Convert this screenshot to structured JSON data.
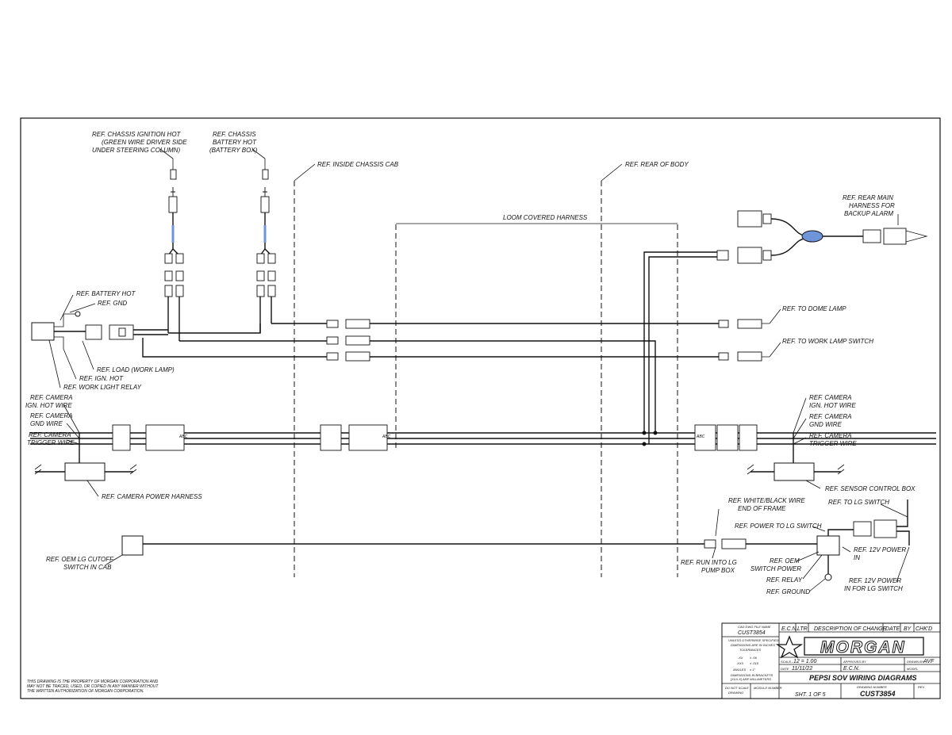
{
  "labels": {
    "ignition_hot": [
      "REF. CHASSIS IGNITION HOT",
      "(GREEN WIRE DRIVER SIDE",
      "UNDER STEERING COLUMN)"
    ],
    "battery_hot_chassis": [
      "REF. CHASSIS",
      "BATTERY HOT",
      "(BATTERY BOX)"
    ],
    "inside_cab": "REF. INSIDE CHASSIS CAB",
    "rear_body": "REF. REAR OF BODY",
    "loom": "LOOM COVERED HARNESS",
    "rear_main": [
      "REF. REAR MAIN",
      "HARNESS FOR",
      "BACKUP ALARM"
    ],
    "battery_hot": "REF. BATTERY HOT",
    "gnd": "REF. GND",
    "dome_lamp": "REF. TO DOME LAMP",
    "work_lamp_switch": "REF. TO WORK LAMP SWITCH",
    "load": "REF. LOAD (WORK LAMP)",
    "ign_hot": "REF. IGN. HOT",
    "work_light_relay": "REF. WORK LIGHT RELAY",
    "cam_ign_left": [
      "REF. CAMERA",
      "IGN. HOT WIRE"
    ],
    "cam_gnd_left": [
      "REF. CAMERA",
      "GND WIRE"
    ],
    "cam_trig_left": [
      "REF. CAMERA",
      "TRIGGER WIRE"
    ],
    "cam_ign_right": [
      "REF. CAMERA",
      "IGN. HOT WIRE"
    ],
    "cam_gnd_right": [
      "REF. CAMERA",
      "GND WIRE"
    ],
    "cam_trig_right": [
      "REF. CAMERA",
      "TRIGGER WIRE"
    ],
    "cam_power": "REF. CAMERA POWER HARNESS",
    "sensor_box": "REF. SENSOR CONTROL BOX",
    "white_black": [
      "REF. WHITE/BLACK WIRE",
      "END OF FRAME"
    ],
    "to_lg_switch": "REF. TO LG SWITCH",
    "power_lg": "REF. POWER TO LG SWITCH",
    "oem_lg": [
      "REF. OEM LG CUTOFF",
      "SWITCH IN CAB"
    ],
    "run_into": [
      "REF. RUN INTO LG",
      "PUMP BOX"
    ],
    "oem_switch_power": [
      "REF. OEM",
      "SWITCH POWER"
    ],
    "relay": "REF. RELAY",
    "ground": "REF. GROUND",
    "power_12v": [
      "REF. 12V POWER",
      "IN"
    ],
    "power_12v_lg": [
      "REF. 12V POWER",
      "IN FOR LG SWITCH"
    ],
    "connector_letters": "ABC"
  },
  "notice": [
    "THIS DRAWING IS THE PROPERTY OF MORGAN CORPORATION AND",
    "MAY NOT BE TRACED, USED, OR COPIED IN ANY MANNER WITHOUT",
    "THE WRITTEN AUTHORIZATION OF MORGAN CORPORATION."
  ],
  "title_block": {
    "file_name_label": "CAD DWG FILE NAME",
    "file_name": "CUST3854",
    "unless_label": "UNLESS OTHERWISE SPECIFIED",
    "dims_label": [
      "DIMENSIONS ARE IN INCHES",
      "TOLERANCES"
    ],
    "tol_xx": ".XX",
    "tol_xx_val": "± .06",
    "tol_xxx": ".XXX",
    "tol_xxx_val": "± .010",
    "angles": "ANGLES",
    "angles_val": "± 1°",
    "mm_label": [
      "DIMENSIONS IN BRACKETS",
      "[XXX.X] ARE MILLIMETERS"
    ],
    "do_not_scale": [
      "DO NOT SCALE",
      "DRAWING"
    ],
    "module_number": "MODULE NUMBER",
    "ecn": "E.C.N.",
    "ltr": "LTR",
    "desc": "DESCRIPTION OF CHANGE",
    "date": "DATE",
    "by": "BY",
    "chkd": "CHK'D",
    "brand": "MORGAN",
    "scale_label": "SCALE",
    "scale": ".12 = 1.00",
    "approved_label": "APPROVED BY",
    "drawn_label": "DRAWN BY",
    "drawn": "AVF",
    "date_label": "DATE",
    "date_val": "11/11/22",
    "ecn2": "E.C.N.",
    "model_label": "MODEL",
    "title": "PEPSI SOV WIRING DIAGRAMS",
    "drawing_number_label": "DRAWING NUMBER",
    "sheet": "SHT. 1 OF 5",
    "drawing_number": "CUST3854",
    "rev_label": "REV."
  },
  "colors": {
    "ink": "#111111",
    "accent_blue": "#6f95d8",
    "background": "#ffffff"
  }
}
